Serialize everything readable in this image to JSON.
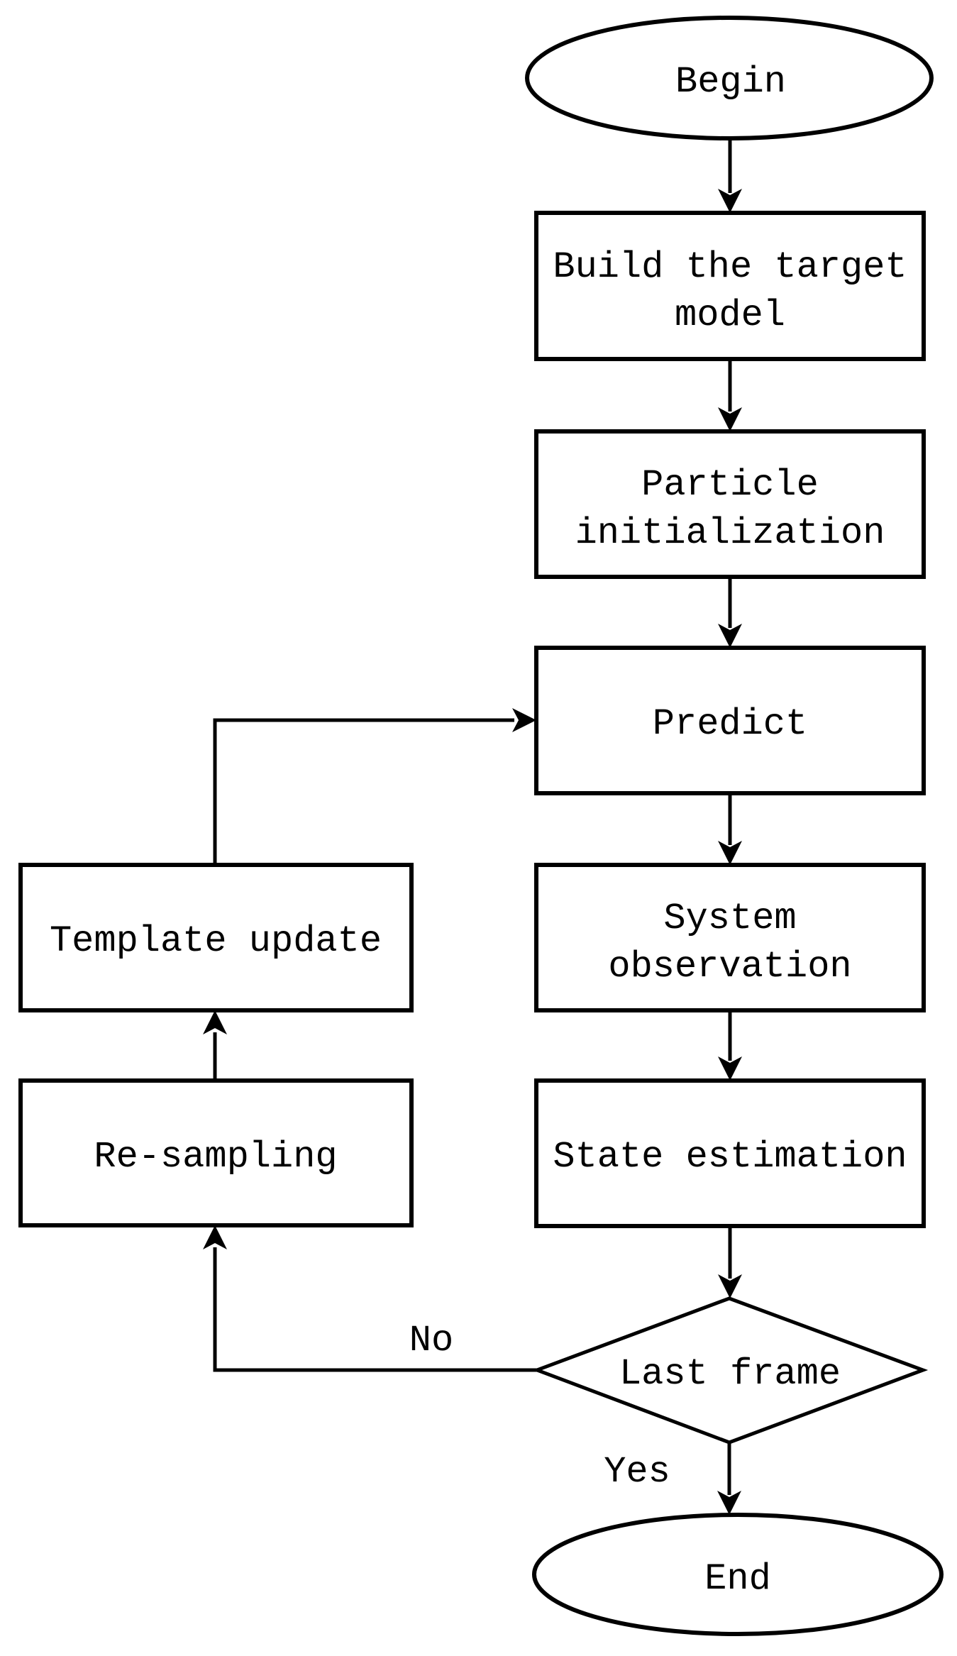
{
  "diagram": {
    "kind": "flowchart",
    "colors": {
      "background": "#ffffff",
      "stroke": "#000000",
      "text": "#000000"
    },
    "nodes": {
      "begin": {
        "type": "terminator",
        "label": "Begin"
      },
      "build_target_model": {
        "type": "process",
        "lines": [
          "Build the target",
          "model"
        ]
      },
      "particle_initialization": {
        "type": "process",
        "lines": [
          "Particle",
          "initialization"
        ]
      },
      "predict": {
        "type": "process",
        "label": "Predict"
      },
      "system_observation": {
        "type": "process",
        "lines": [
          "System",
          "observation"
        ]
      },
      "state_estimation": {
        "type": "process",
        "label": "State estimation"
      },
      "template_update": {
        "type": "process",
        "label": "Template update"
      },
      "re_sampling": {
        "type": "process",
        "label": "Re-sampling"
      },
      "last_frame": {
        "type": "decision",
        "label": "Last frame"
      },
      "end": {
        "type": "terminator",
        "label": "End"
      }
    },
    "edge_labels": {
      "no": "No",
      "yes": "Yes"
    }
  }
}
